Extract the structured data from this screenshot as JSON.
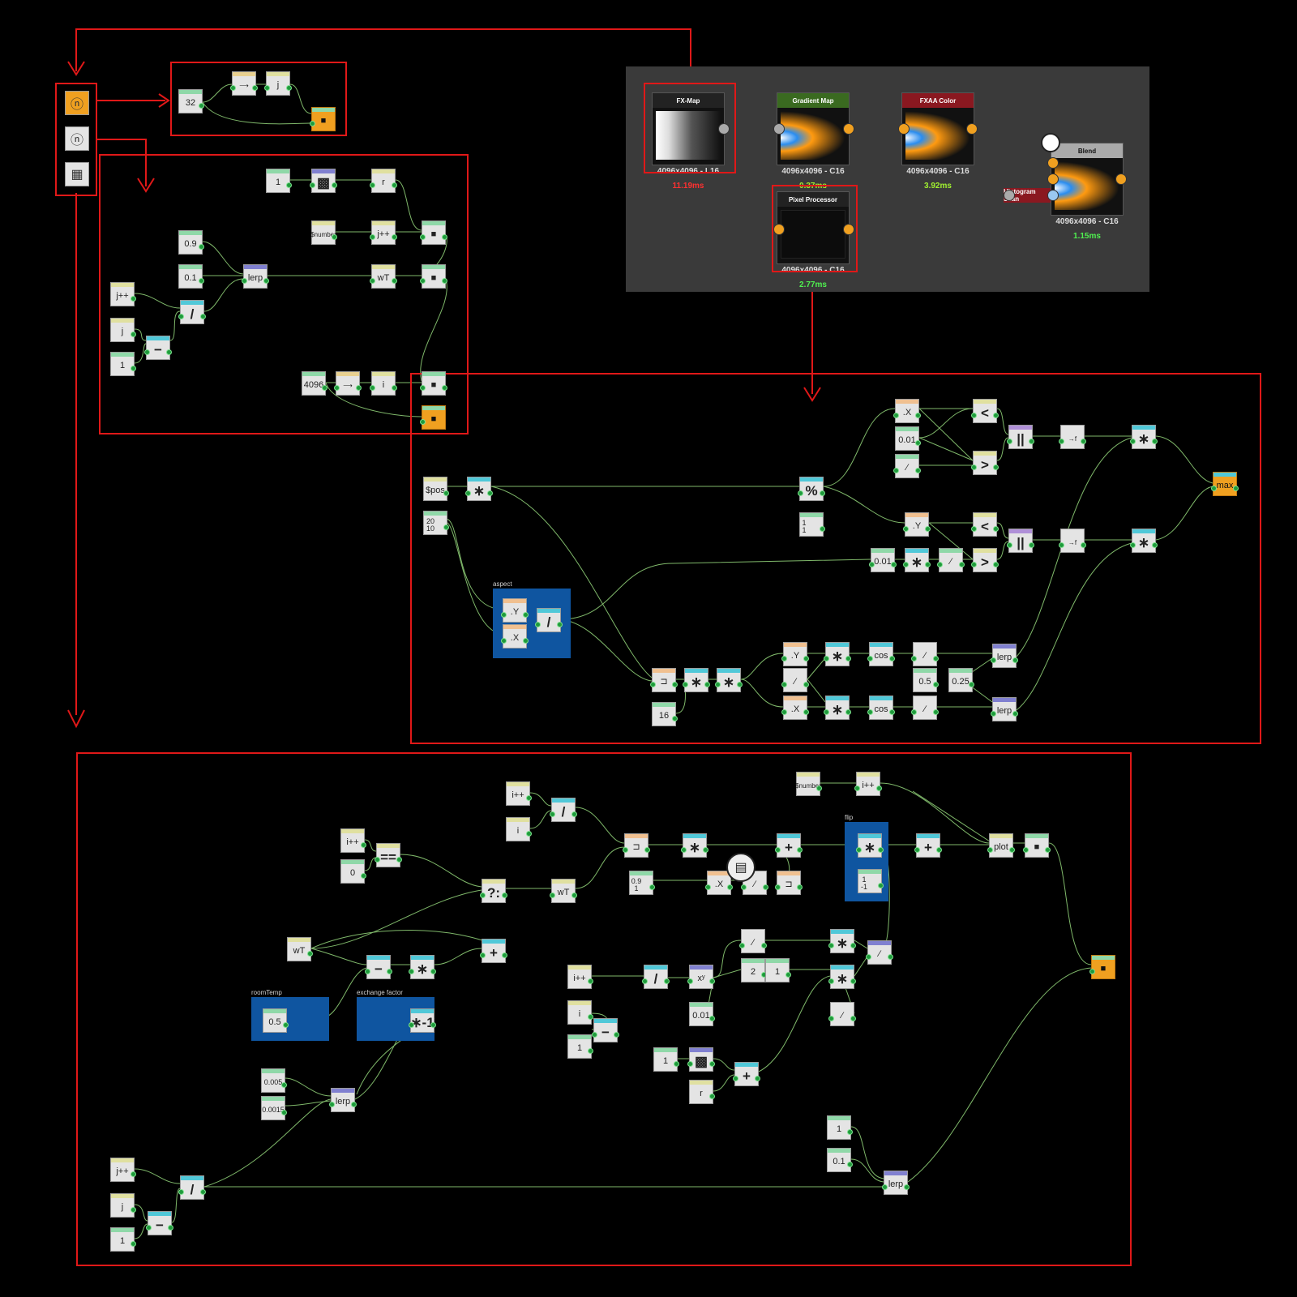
{
  "colors": {
    "wire": "#7fb86a",
    "red": "#e01818",
    "accent": "#f0a020",
    "frame": "#0f55a0"
  },
  "toolstrip": {
    "icons": [
      "function-n-icon",
      "function-n-icon",
      "grid-icon"
    ]
  },
  "graph": {
    "nodes": [
      {
        "id": "fxmap",
        "title": "FX-Map",
        "size": "4096x4096 - L16",
        "time": "11.19ms",
        "time_color": "#ff3030"
      },
      {
        "id": "gradient",
        "title": "Gradient Map",
        "size": "4096x4096 - C16",
        "time": "0.37ms",
        "time_color": "#a0f030"
      },
      {
        "id": "fxaa",
        "title": "FXAA Color",
        "size": "4096x4096 - C16",
        "time": "3.92ms",
        "time_color": "#a0f030"
      },
      {
        "id": "blend",
        "title": "Blend",
        "size": "4096x4096 - C16",
        "time": "1.15ms",
        "time_color": "#50f050"
      },
      {
        "id": "pixel",
        "title": "Pixel Processor",
        "size": "4096x4096 - C16",
        "time": "2.77ms",
        "time_color": "#50f050"
      }
    ],
    "histogram_label": "Histogram Scan"
  },
  "frames": {
    "aspect": "aspect",
    "flip": "flip",
    "roomTemp": "roomTemp",
    "exchange": "exchange factor"
  },
  "labels": {
    "n32": "32",
    "j1": "j",
    "one1": "1",
    "r1": "r",
    "number1": "$number",
    "jpp1": "j++",
    "v09": "0.9",
    "v01": "0.1",
    "lerp": "lerp",
    "wT": "wT",
    "jpp": "j++",
    "div": "/",
    "j": "j",
    "minus": "−",
    "one": "1",
    "v4096": "4096",
    "i": "i",
    "pos": "$pos",
    "mul": "∗",
    "v2010": "20 10",
    "mod": "%",
    "v11": "1 1",
    "dotX": ".X",
    "dotY": ".Y",
    "v001": "0.01",
    "lt": "<",
    "gt": ">",
    "or": "||",
    "max": "max",
    "v16": "16",
    "cos": "cos",
    "v05": "0.5",
    "v025": "0.25",
    "ipp": "i++",
    "eq": "==",
    "zero": "0",
    "ternary": "?:",
    "plus": "+",
    "v091": "0.9 1",
    "v1m1": "1 -1",
    "plot": "plot",
    "v2": "2",
    "v0005": "0.005",
    "v00015": "0.0015",
    "neg1": "∗-1",
    "v1b": "1",
    "v01b": "0.1"
  }
}
